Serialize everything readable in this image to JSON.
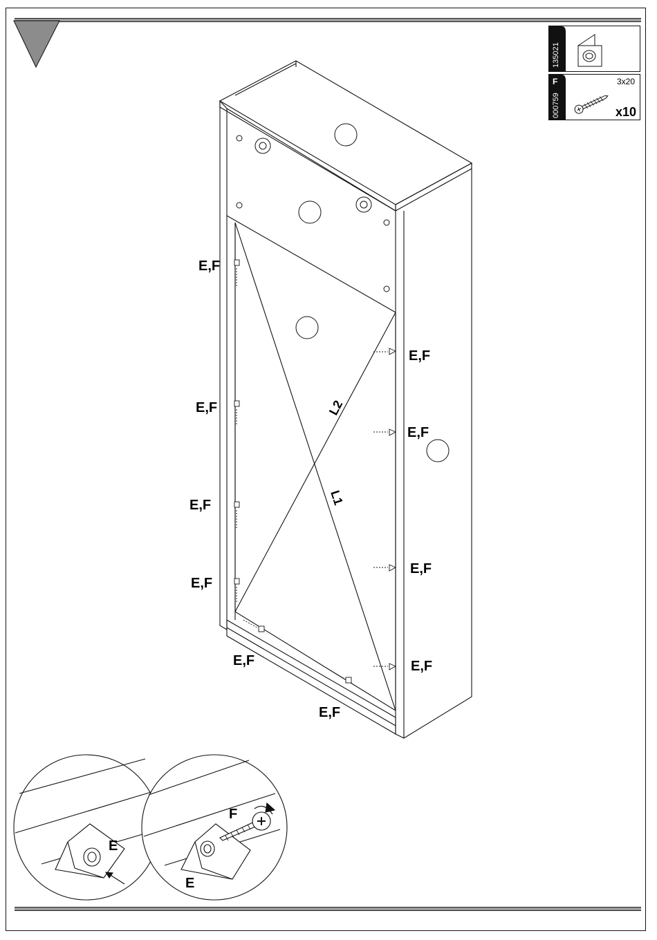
{
  "parts": [
    {
      "code": "135021",
      "letter": "",
      "size": "",
      "quantity": "",
      "icon": "corner-connector-icon"
    },
    {
      "code": "000759",
      "letter": "F",
      "size": "3x20",
      "quantity": "x10",
      "icon": "screw-icon"
    }
  ],
  "labels": {
    "ef": "E,F",
    "diagonal_1": "L1",
    "diagonal_2": "L2",
    "detail_e": "E",
    "detail_f": "F"
  }
}
